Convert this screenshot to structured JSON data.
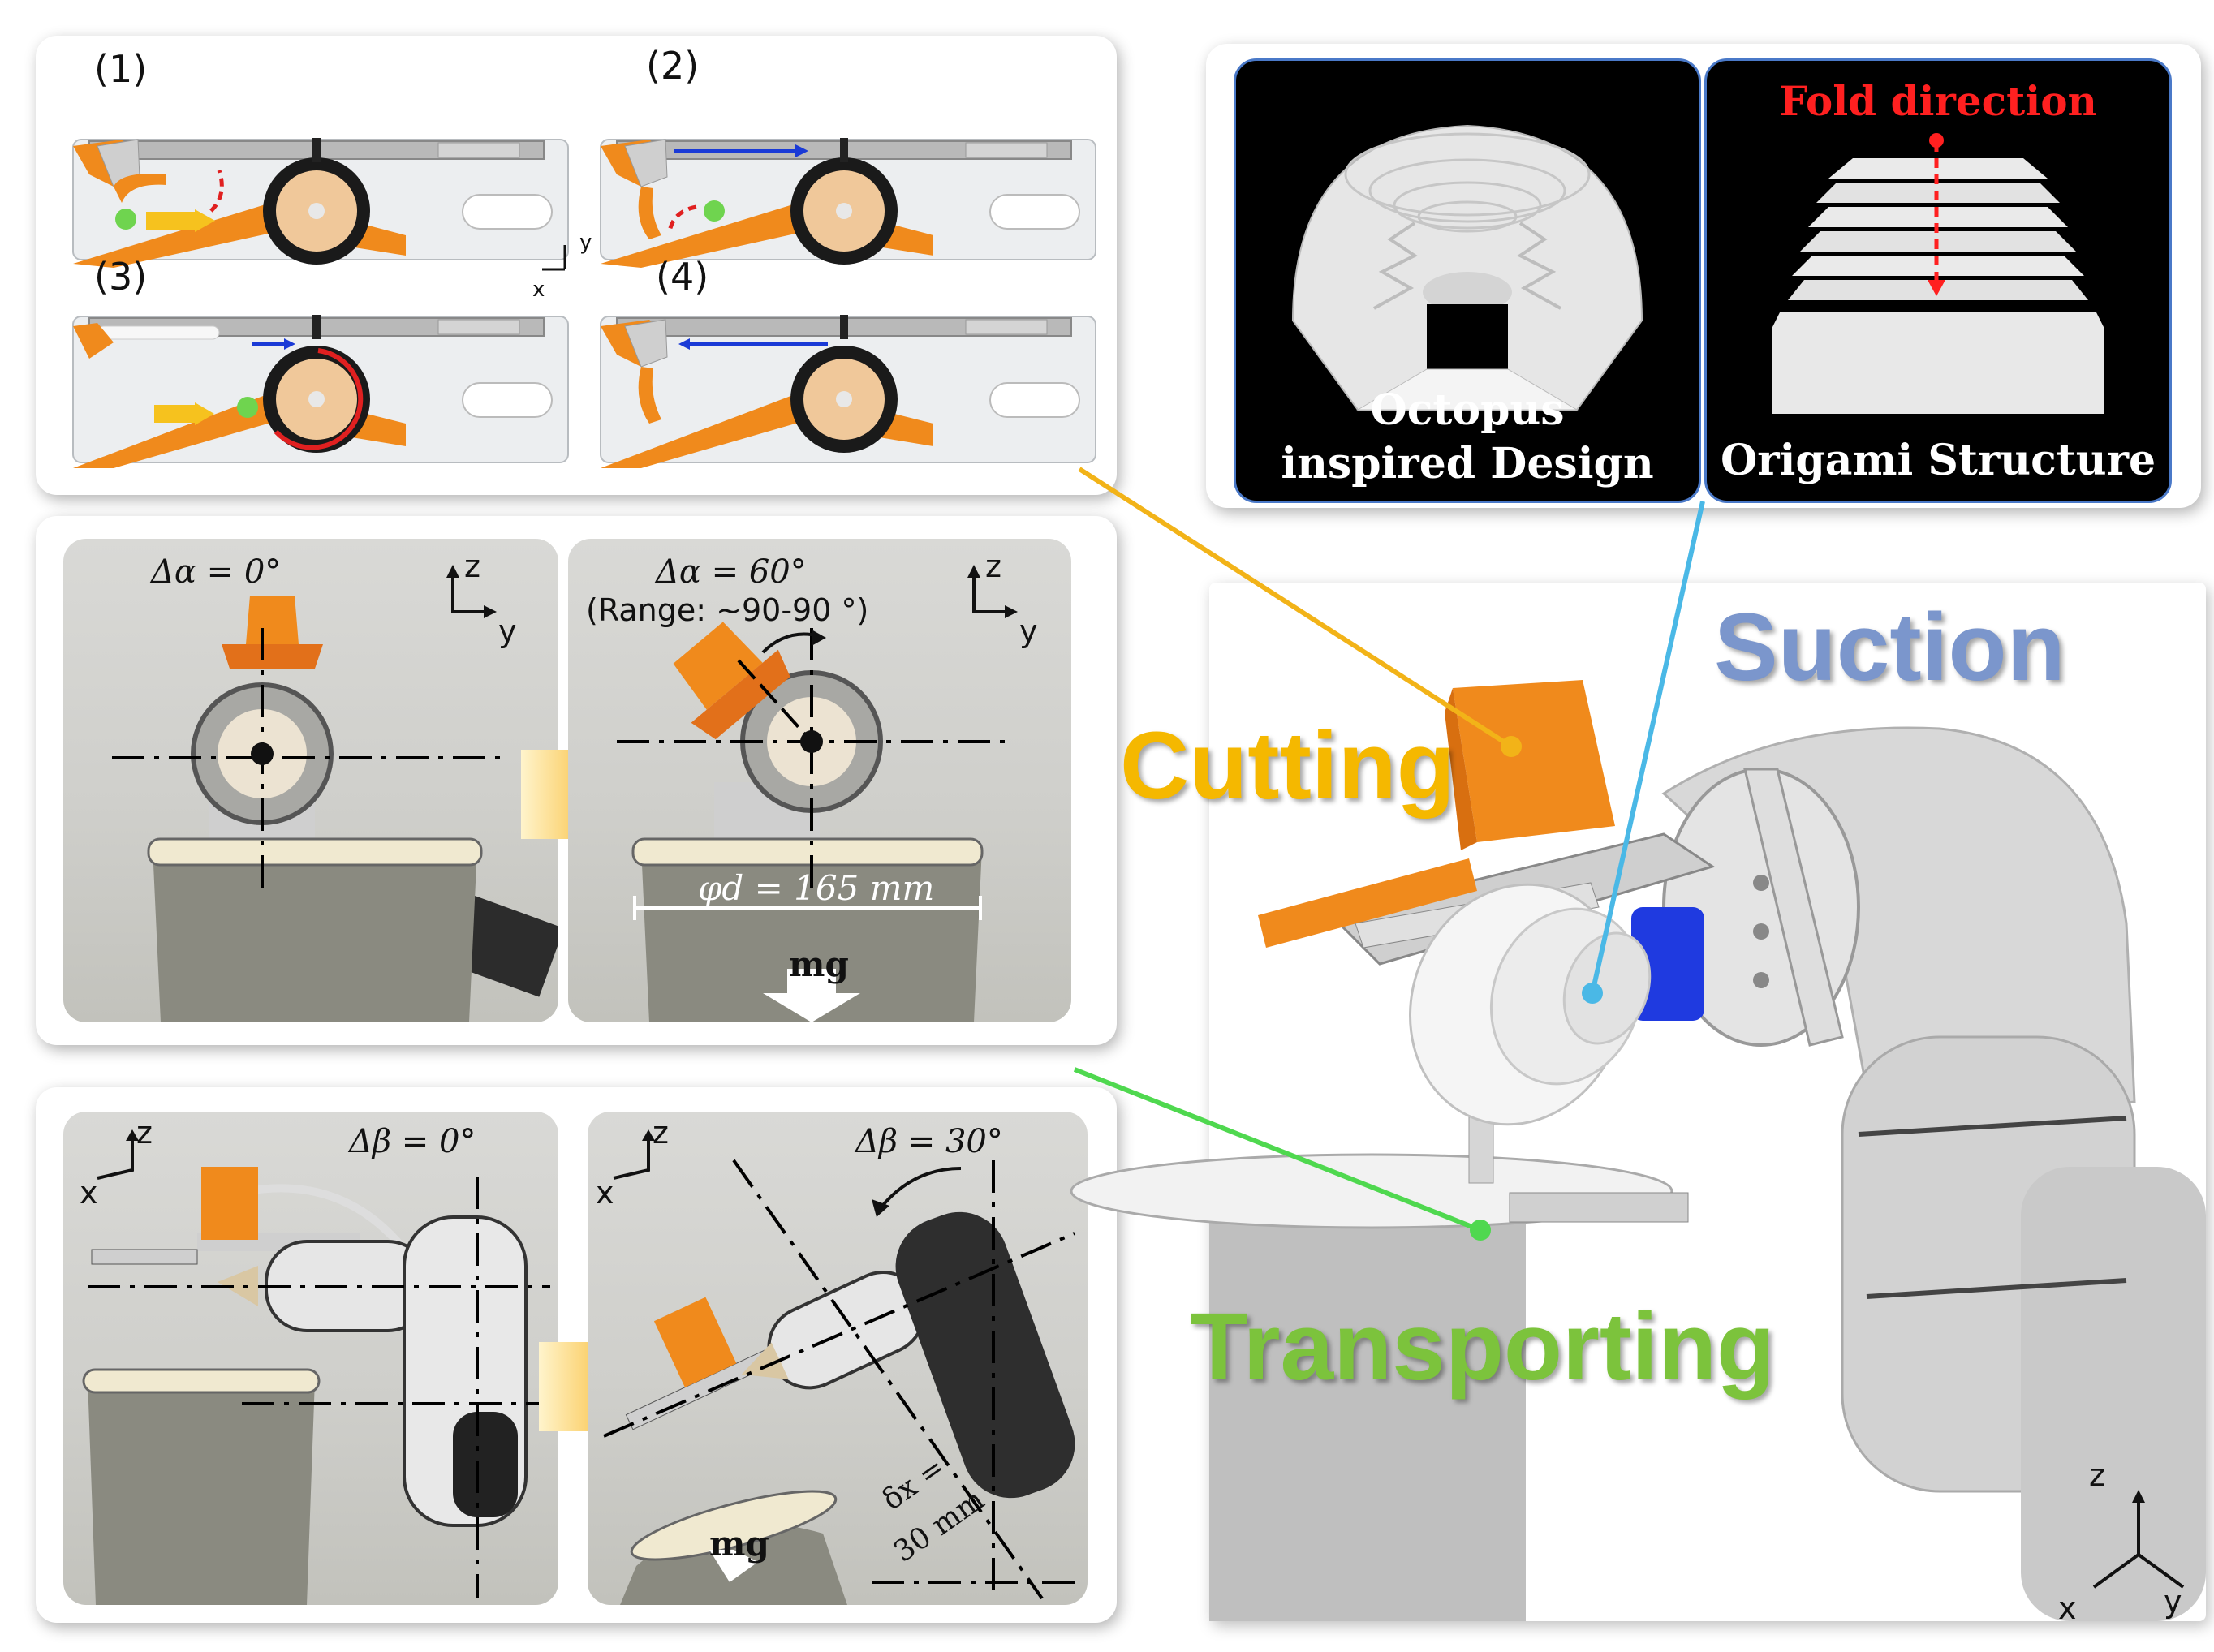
{
  "steps": {
    "s1": "(1)",
    "s2": "(2)",
    "s3": "(3)",
    "s4": "(4)"
  },
  "insets": {
    "octopus_line1": "Octopus",
    "octopus_line2": "inspired Design",
    "fold_direction": "Fold direction",
    "origami": "Origami Structure"
  },
  "alpha": {
    "left": "Δα = 0°",
    "right": "Δα = 60°",
    "range": "(Range: ~90-90 °)",
    "diameter": "φd  =  165 mm",
    "mg": "mg"
  },
  "beta": {
    "left": "Δβ = 0°",
    "right": "Δβ = 30°",
    "dx_line1": "δx =",
    "dx_line2": "30 mm",
    "mg": "mg"
  },
  "axes": {
    "x": "x",
    "y": "y",
    "z": "z"
  },
  "functions": {
    "suction": "Suction",
    "cutting": "Cutting",
    "transporting": "Transporting"
  },
  "colors": {
    "orange": "#f08a1c",
    "cutting_text": "#f5b800",
    "suction_text": "#7b96cc",
    "transport_text": "#7cc33c",
    "blue_arrow": "#1a3ad6",
    "red_arrow": "#e02020",
    "cyan_line": "#4ab8e6",
    "green_line": "#4fd84f",
    "yellow_line": "#f2b318"
  }
}
